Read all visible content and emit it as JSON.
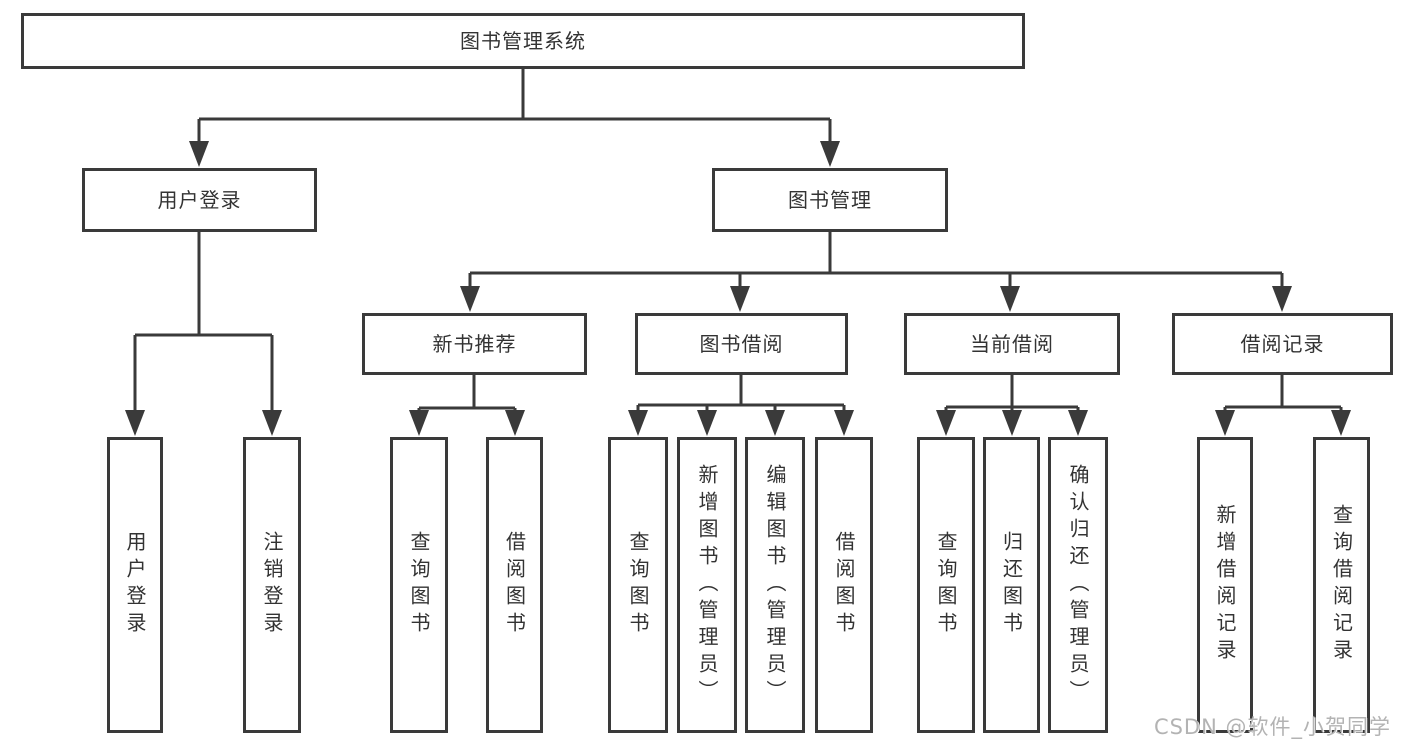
{
  "watermark": "CSDN @软件_小贺同学",
  "colors": {
    "line": "#3a3a3a",
    "box_border": "#3a3a3a",
    "text": "#333333",
    "watermark": "#b3b3b3",
    "background": "#ffffff"
  },
  "tree": {
    "label": "图书管理系统",
    "children": [
      {
        "label": "用户登录",
        "children": [
          {
            "label": "用户登录"
          },
          {
            "label": "注销登录"
          }
        ]
      },
      {
        "label": "图书管理",
        "children": [
          {
            "label": "新书推荐",
            "children": [
              {
                "label": "查询图书"
              },
              {
                "label": "借阅图书"
              }
            ]
          },
          {
            "label": "图书借阅",
            "children": [
              {
                "label": "查询图书"
              },
              {
                "label": "新增图书（管理员）"
              },
              {
                "label": "编辑图书（管理员）"
              },
              {
                "label": "借阅图书"
              }
            ]
          },
          {
            "label": "当前借阅",
            "children": [
              {
                "label": "查询图书"
              },
              {
                "label": "归还图书"
              },
              {
                "label": "确认归还（管理员）"
              }
            ]
          },
          {
            "label": "借阅记录",
            "children": [
              {
                "label": "新增借阅记录"
              },
              {
                "label": "查询借阅记录"
              }
            ]
          }
        ]
      }
    ]
  }
}
